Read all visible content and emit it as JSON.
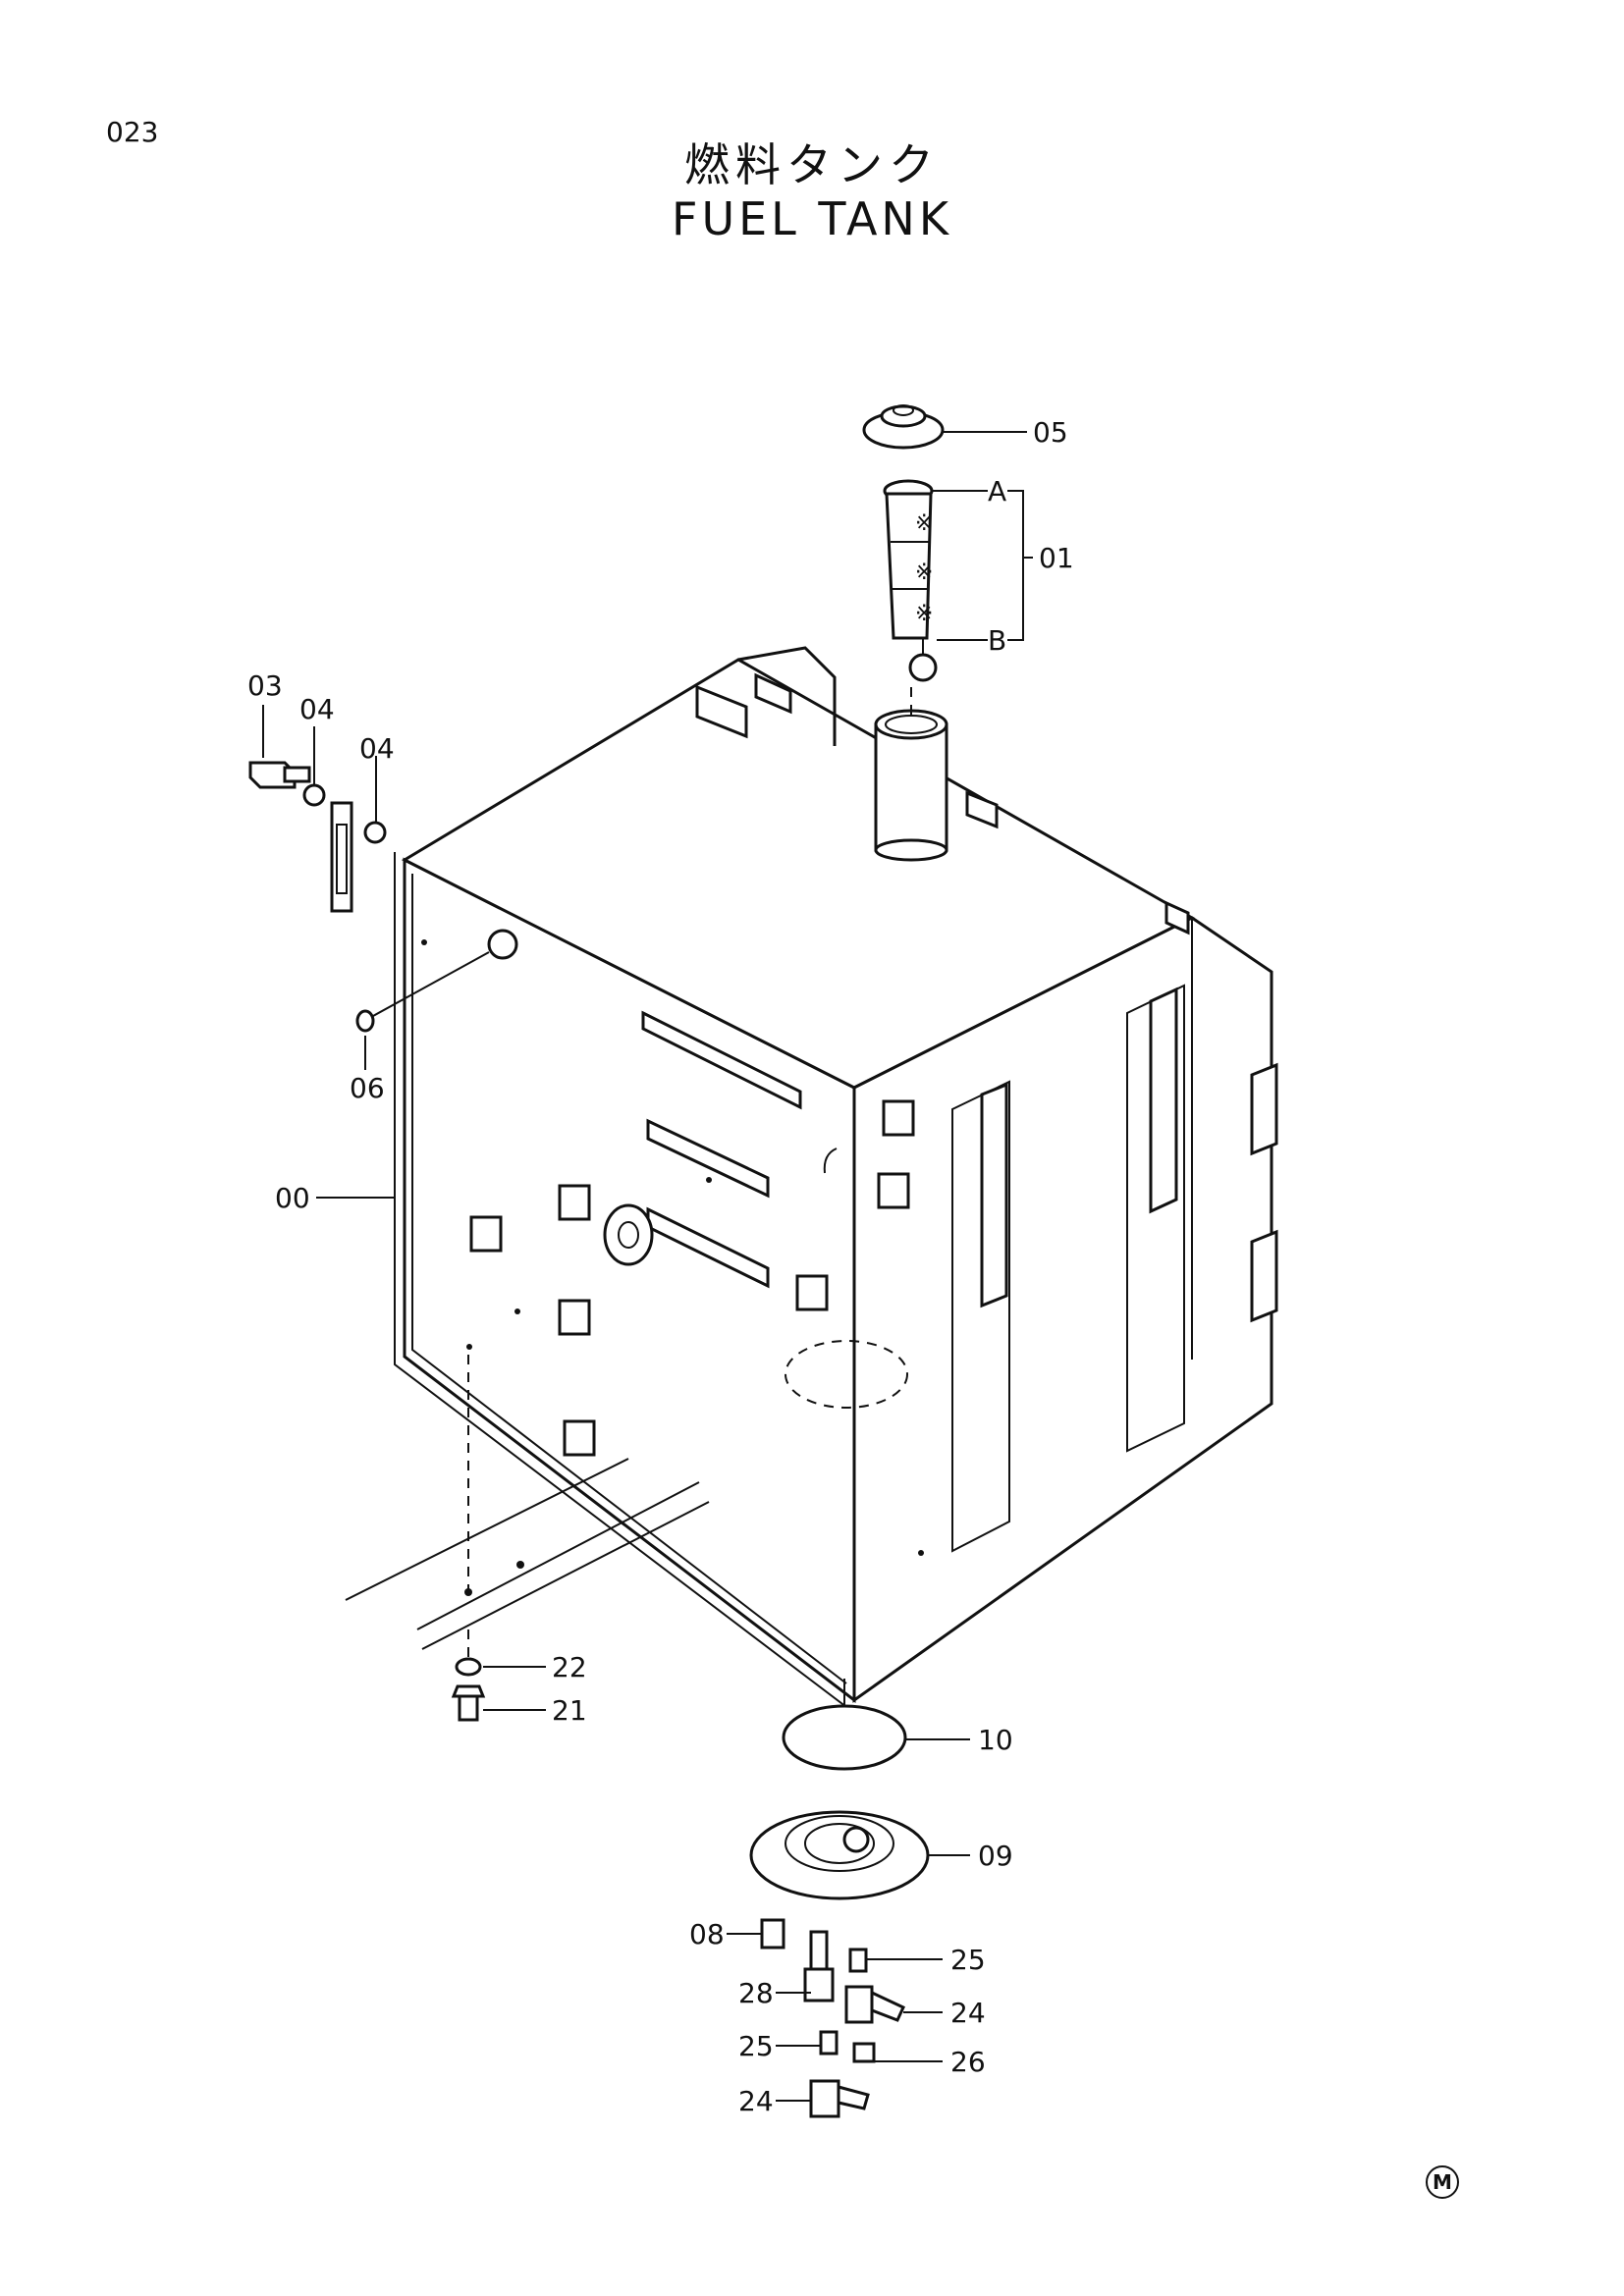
{
  "page_number": "023",
  "title_jp": "燃料タンク",
  "title_en": "FUEL TANK",
  "mark": "M",
  "callouts": [
    "05",
    "A",
    "01",
    "B",
    "03",
    "04",
    "04",
    "06",
    "00",
    "22",
    "21",
    "10",
    "09",
    "08",
    "25",
    "28",
    "24",
    "25",
    "26",
    "24"
  ]
}
